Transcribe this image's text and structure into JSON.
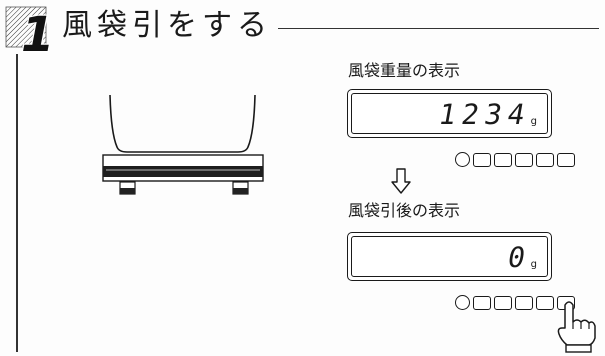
{
  "step": {
    "number": "1",
    "title": "風袋引をする"
  },
  "tare_display": {
    "label": "風袋重量の表示",
    "value": "1234",
    "unit": "g"
  },
  "after_tare_display": {
    "label": "風袋引後の表示",
    "value": "0",
    "unit": "g"
  },
  "icons": {
    "step_marker": "hatched-step-icon",
    "scale": "scale-with-container-icon",
    "arrow": "down-arrow-icon",
    "pointer": "pointing-hand-icon"
  },
  "colors": {
    "ink": "#1a1a1a",
    "paper": "#fdfdfd"
  }
}
